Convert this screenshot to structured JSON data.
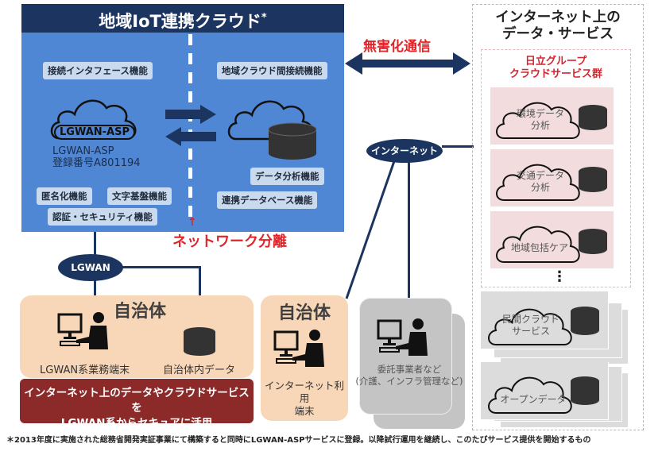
{
  "iot_cloud": {
    "title": "地域IoT連携クラウド",
    "title_mark": "*",
    "functions_left": [
      "接続インタフェース機能",
      "匿名化機能",
      "文字基盤機能",
      "認証・セキュリティ機能"
    ],
    "functions_right": [
      "地域クラウド間接続機能",
      "データ分析機能",
      "連携データベース機能"
    ],
    "asp_cloud_label": "LGWAN-ASP",
    "asp_registration_line1": "LGWAN-ASP",
    "asp_registration_line2": "登録番号A801194",
    "network_separation": "ネットワーク分離"
  },
  "sanitized_comm": "無害化通信",
  "networks": {
    "lgwan": "LGWAN",
    "internet": "インターネット"
  },
  "municipality_main": {
    "title": "自治体",
    "terminal_label": "LGWAN系業務端末",
    "data_label": "自治体内データ",
    "banner_line1": "インターネット上のデータやクラウドサービスを",
    "banner_line2": "LGWAN系からセキュアに活用"
  },
  "municipality_internet": {
    "title": "自治体",
    "label_line1": "インターネット利用",
    "label_line2": "端末"
  },
  "contractor": {
    "label_line1": "委託事業者など",
    "label_line2": "(介護、インフラ管理など)"
  },
  "internet_services": {
    "title_line1": "インターネット上の",
    "title_line2": "データ・サービス",
    "hitachi_title_line1": "日立グループ",
    "hitachi_title_line2": "クラウドサービス群",
    "hitachi_services": [
      {
        "line1": "環境データ",
        "line2": "分析"
      },
      {
        "line1": "交通データ",
        "line2": "分析"
      },
      {
        "line1": "地域包括ケア",
        "line2": ""
      }
    ],
    "ellipsis": "⋮",
    "other_services": [
      {
        "line1": "民間クラウド",
        "line2": "サービス"
      },
      {
        "line1": "オープンデータ",
        "line2": ""
      }
    ]
  },
  "footnote": "＊2013年度に実施された総務省開発実証事業にて構築すると同時にLGWAN-ASPサービスに登録。以降試行運用を継続し、このたびサービス提供を開始するもの",
  "colors": {
    "navy": "#1c3560",
    "cloud_blue": "#4f87d4",
    "accent_red": "#e0242a",
    "banner_red": "#8b2a29",
    "municipality_peach": "#f8d7b8"
  }
}
